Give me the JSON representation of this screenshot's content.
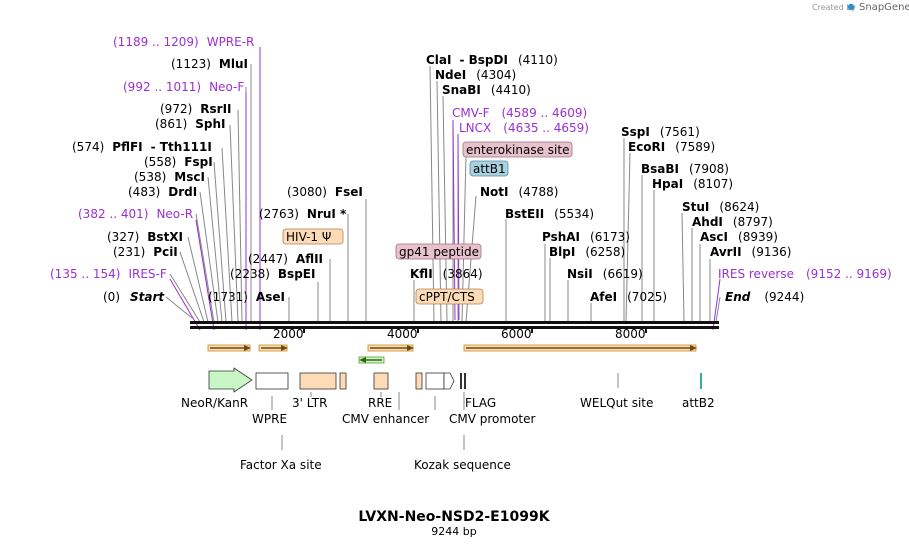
{
  "watermark": {
    "created_by": "Created by",
    "brand": "SnapGene"
  },
  "plasmid": {
    "name": "LVXN-Neo-NSD2-E1099K",
    "size_label": "9244 bp"
  },
  "ruler": [
    "2000",
    "4000",
    "6000",
    "8000"
  ],
  "sites_left": [
    {
      "pos": "(1189 .. 1209)",
      "name": "WPRE-R",
      "primer": true
    },
    {
      "pos": "(1123)",
      "name": "MluI"
    },
    {
      "pos": "(992 .. 1011)",
      "name": "Neo-F",
      "primer": true
    },
    {
      "pos": "(972)",
      "name": "RsrII"
    },
    {
      "pos": "(861)",
      "name": "SphI"
    },
    {
      "pos": "(574)",
      "name": "PflFI",
      "extra": "-  Tth111I"
    },
    {
      "pos": "(558)",
      "name": "FspI"
    },
    {
      "pos": "(538)",
      "name": "MscI"
    },
    {
      "pos": "(483)",
      "name": "DrdI"
    },
    {
      "pos": "(382 .. 401)",
      "name": "Neo-R",
      "primer": true
    },
    {
      "pos": "(327)",
      "name": "BstXI"
    },
    {
      "pos": "(231)",
      "name": "PciI"
    },
    {
      "pos": "(135 .. 154)",
      "name": "IRES-F",
      "primer": true
    },
    {
      "pos": "(0)",
      "name": "Start",
      "italic": true
    }
  ],
  "sites_mid": [
    {
      "pos": "(3080)",
      "name": "FseI"
    },
    {
      "pos": "(2763)",
      "name": "NruI *"
    },
    {
      "pos": "(2447)",
      "name": "AflII"
    },
    {
      "pos": "(2238)",
      "name": "BspEI"
    },
    {
      "pos": "(1731)",
      "name": "AseI"
    }
  ],
  "sites_center": [
    {
      "name": "ClaI",
      "extra": "-  BspDI",
      "pos": "(4110)"
    },
    {
      "name": "NdeI",
      "pos": "(4304)"
    },
    {
      "name": "SnaBI",
      "pos": "(4410)"
    },
    {
      "name": "CMV-F",
      "pos": "(4589 .. 4609)",
      "primer": true
    },
    {
      "name": "LNCX",
      "pos": "(4635 .. 4659)",
      "primer": true
    },
    {
      "name": "NotI",
      "pos": "(4788)"
    },
    {
      "name": "KflI",
      "pos": "(3864)"
    }
  ],
  "sites_right": [
    {
      "name": "SspI",
      "pos": "(7561)"
    },
    {
      "name": "EcoRI",
      "pos": "(7589)"
    },
    {
      "name": "BsaBI",
      "pos": "(7908)"
    },
    {
      "name": "HpaI",
      "pos": "(8107)"
    },
    {
      "name": "BstEII",
      "pos": "(5534)"
    },
    {
      "name": "StuI",
      "pos": "(8624)"
    },
    {
      "name": "AhdI",
      "pos": "(8797)"
    },
    {
      "name": "PshAI",
      "pos": "(6173)"
    },
    {
      "name": "AscI",
      "pos": "(8939)"
    },
    {
      "name": "BlpI",
      "pos": "(6258)"
    },
    {
      "name": "AvrII",
      "pos": "(9136)"
    },
    {
      "name": "NsiI",
      "pos": "(6619)"
    },
    {
      "name": "IRES reverse",
      "pos": "(9152 .. 9169)",
      "primer": true
    },
    {
      "name": "AfeI",
      "pos": "(7025)"
    },
    {
      "name": "End",
      "pos": "(9244)",
      "italic": true
    }
  ],
  "boxed_labels": {
    "enterokinase": "enterokinase site",
    "attb1": "attB1",
    "gp41": "gp41 peptide",
    "hiv": "HIV-1 Ψ",
    "cppt": "cPPT/CTS"
  },
  "features": {
    "neor": "NeoR/KanR",
    "wpre": "WPRE",
    "ltr": "3' LTR",
    "rre": "RRE",
    "cmv_enh": "CMV enhancer",
    "cmv_prom": "CMV promoter",
    "flag": "FLAG",
    "welqut": "WELQut site",
    "attb2": "attB2",
    "factor_xa": "Factor Xa site",
    "kozak": "Kozak sequence"
  },
  "colors": {
    "primer": "#9b30d0",
    "orf": "#c8891e",
    "neor_fill": "#c8f7c5",
    "ltr_fill": "#fddbb6",
    "gp41_fill": "#e7c2cd",
    "attb_fill": "#a8d2e0",
    "attb2_stroke": "#3aa8a8",
    "reverse_arrow": "#4aa02c"
  }
}
